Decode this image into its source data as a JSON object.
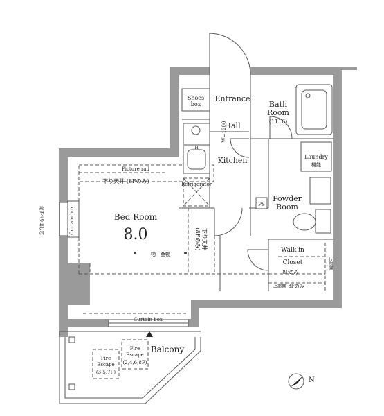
{
  "rooms": {
    "shoes_box": [
      "Shoes",
      "box"
    ],
    "entrance": "Entrance",
    "bath_room": [
      "Bath",
      "Room",
      "(1116)"
    ],
    "hall": "Hall",
    "hall_width": "W=1200",
    "kitchen": "Kitchen",
    "laundry": [
      "Laundry",
      "機能"
    ],
    "bed_room": "Bed Room",
    "bed_room_size": "8.0",
    "powder_room": [
      "Powder",
      "Room"
    ],
    "ps": "PS",
    "walk_in_closet": [
      "Walk in",
      "Closet"
    ],
    "balcony": "Balcony",
    "refrigerator": "Refrigerator",
    "picture_rail": "Picture rail",
    "ceiling_note": "下り天井 (8Fのみ)",
    "ceiling_note_vertical": [
      "下り天井",
      "(8Fのみ)"
    ],
    "hanger_hardware": "物干金物",
    "curtain_box_bottom": "Curtain box",
    "curtain_box_left": "Curtain box",
    "wall_note_left": "縦すべり出し窓",
    "closet_note_1": "8Fのみ",
    "closet_note_2": "上部棚",
    "closet_note_3": "8Fのみ",
    "closet_side_note": "上部棚",
    "fire_escape_1": [
      "Fire",
      "Escape",
      "(3,5,7F)"
    ],
    "fire_escape_2": [
      "Fire",
      "Escape",
      "(2,4,6,8F)"
    ],
    "kitchen_label_small": "IH",
    "compass_letter": "N"
  }
}
